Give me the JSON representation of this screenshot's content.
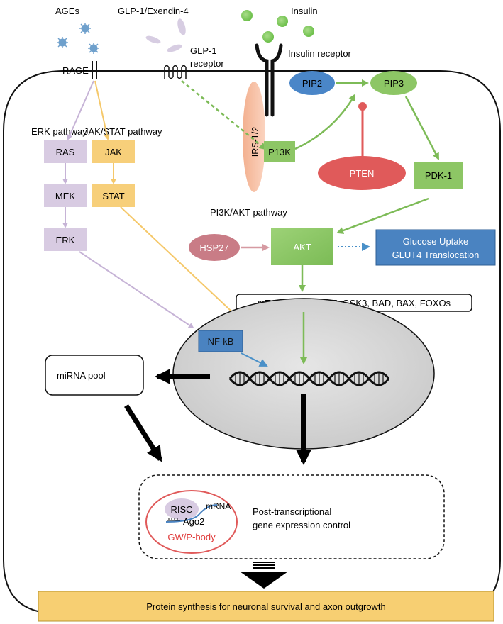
{
  "labels": {
    "ages": "AGEs",
    "glp1_ligand": "GLP-1/Exendin-4",
    "insulin": "Insulin",
    "rage": "RAGE",
    "glp1_receptor_line1": "GLP-1",
    "glp1_receptor_line2": "receptor",
    "insulin_receptor": "Insulin receptor",
    "irs": "IRS-1/2",
    "erk_pathway": "ERK pathway",
    "jak_stat_pathway": "JAK/STAT pathway",
    "pi3k_akt_pathway": "PI3K/AKT  pathway"
  },
  "nodes": {
    "ras": "RAS",
    "mek": "MEK",
    "erk": "ERK",
    "jak": "JAK",
    "stat": "STAT",
    "pip2": "PIP2",
    "pip3": "PIP3",
    "p13k": "P13K",
    "pten": "PTEN",
    "pdk1": "PDK-1",
    "hsp27": "HSP27",
    "akt": "AKT",
    "glucose_line1": "Glucose Uptake",
    "glucose_line2": "GLUT4 Translocation",
    "targets": "mTORC1, p21, p27,  GSK3, BAD, BAX, FOXOs",
    "nfkb": "NF-kB",
    "mirna_pool": "miRNA pool",
    "risc": "RISC",
    "mrna": "mRNA",
    "ago2": "Ago2",
    "gw_body": "GW/P-body",
    "ptgc_line1": "Post-transcriptional",
    "ptgc_line2": "gene expression control",
    "protein_synthesis": "Protein synthesis for neuronal survival and axon outgrowth"
  },
  "colors": {
    "erk_fill": "#d8cbe2",
    "erk_stroke": "#b9a5c9",
    "jak_fill": "#f7cf7a",
    "green_fill": "#8dc665",
    "green_line": "#7dbb57",
    "pip2_fill": "#4a86c8",
    "pten_fill": "#e05a5a",
    "hsp27_fill": "#c97c86",
    "blue_box": "#4a83c1",
    "irs_fill": "#f7bfa4",
    "insulin_dot": "#7fca5a",
    "ages_dot": "#6fa0cc",
    "nucleus_fill": "#d7d7d7",
    "protein_bar": "#f7cf72",
    "red_text": "#e03a3a"
  }
}
